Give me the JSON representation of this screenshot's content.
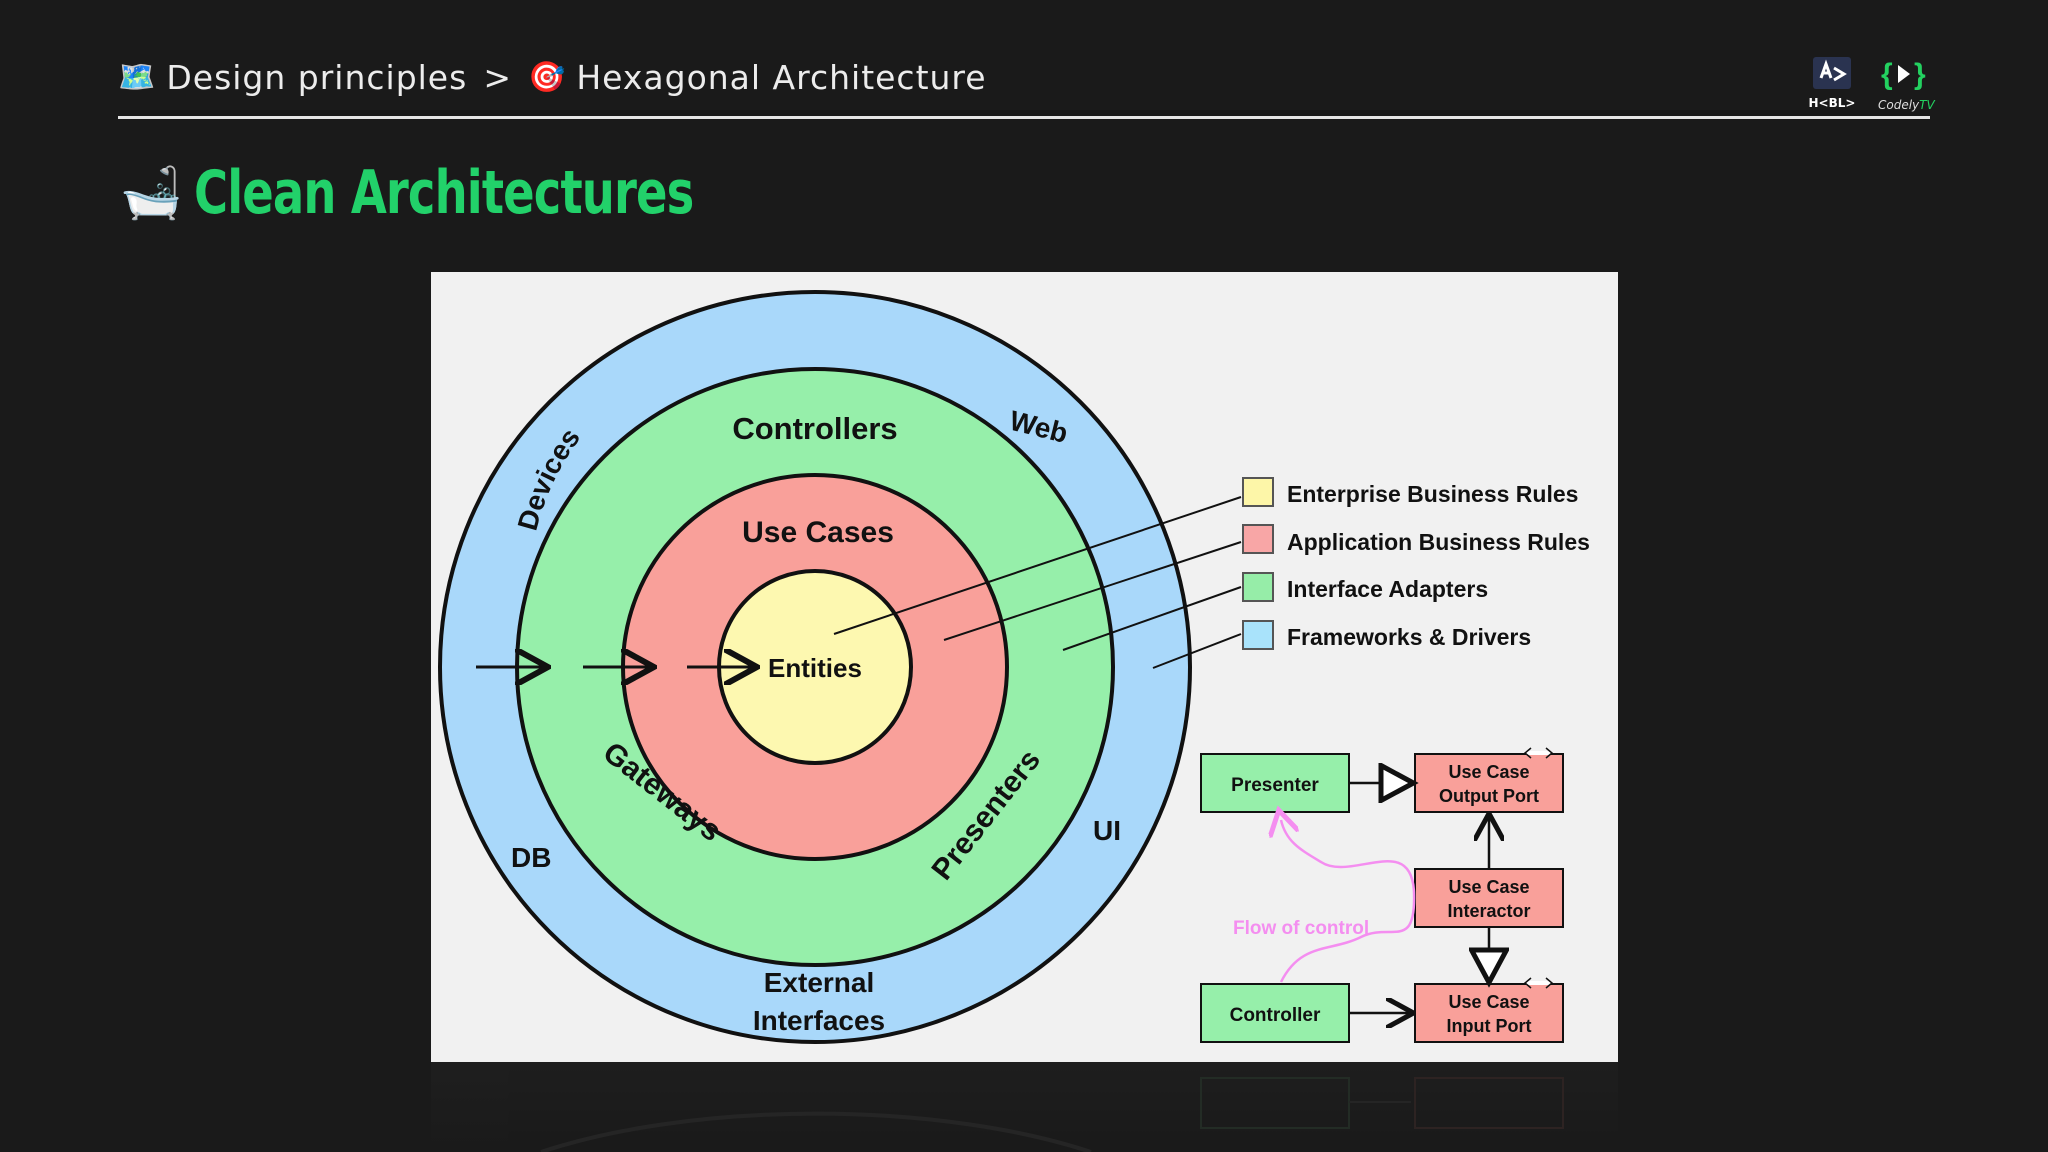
{
  "header": {
    "breadcrumb_icon1": "🗺️",
    "breadcrumb_part1": "Design principles",
    "breadcrumb_sep": ">",
    "breadcrumb_icon2": "🎯",
    "breadcrumb_part2": "Hexagonal Architecture",
    "logo1_caption": "H<BL>",
    "logo2_caption_a": "Codely",
    "logo2_caption_b": "TV"
  },
  "title": {
    "icon": "🛁",
    "text": "Clean Architectures"
  },
  "diagram": {
    "rings": {
      "outer_top_left": "Devices",
      "outer_top_right": "Web",
      "outer_bottom_left": "DB",
      "outer_right": "UI",
      "outer_bottom_1": "External",
      "outer_bottom_2": "Interfaces",
      "green_top": "Controllers",
      "green_left": "Gateways",
      "green_right": "Presenters",
      "red_top": "Use Cases",
      "core": "Entities"
    },
    "legend": [
      {
        "label": "Enterprise Business Rules",
        "color": "#fdf6a8"
      },
      {
        "label": "Application Business Rules",
        "color": "#f8a6a6"
      },
      {
        "label": "Interface Adapters",
        "color": "#96eda8"
      },
      {
        "label": "Frameworks & Drivers",
        "color": "#a9e3fb"
      }
    ],
    "flow": {
      "presenter": "Presenter",
      "controller": "Controller",
      "output_port_1": "Use Case",
      "output_port_2": "Output Port",
      "interactor_1": "Use Case",
      "interactor_2": "Interactor",
      "input_port_1": "Use Case",
      "input_port_2": "Input Port",
      "flow_label": "Flow of control"
    },
    "colors": {
      "blue": "#a9d8fa",
      "green": "#96efaa",
      "red": "#f9a09a",
      "yellow": "#fdf8b0",
      "flow_pink": "#f48ef0"
    }
  }
}
